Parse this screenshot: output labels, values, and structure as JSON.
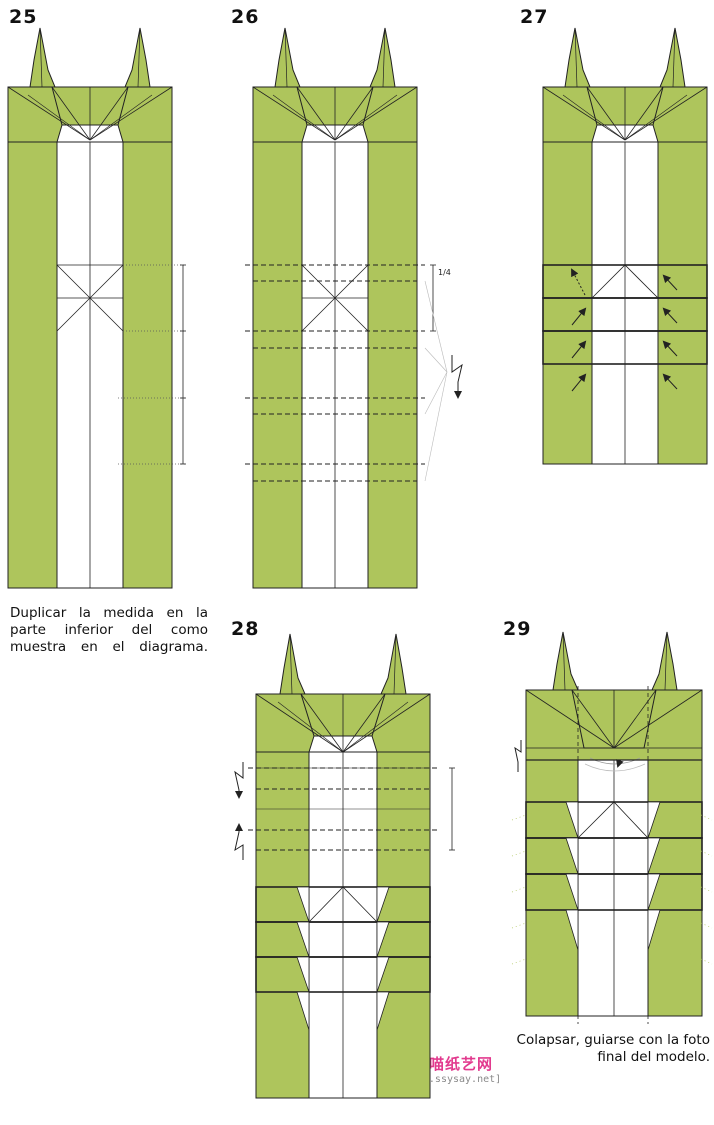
{
  "steps": [
    {
      "id": "25",
      "number": "25"
    },
    {
      "id": "26",
      "number": "26",
      "annotation": "1/4"
    },
    {
      "id": "27",
      "number": "27"
    },
    {
      "id": "28",
      "number": "28"
    },
    {
      "id": "29",
      "number": "29"
    }
  ],
  "captions": {
    "step25": "Duplicar la medida en la parte inferior del como muestra en el diagrama.",
    "step29": "Colapsar, guiarse con la foto final del modelo."
  },
  "watermark": {
    "title": "喵喵纸艺网",
    "url": "[www.ssysay.net]"
  },
  "colors": {
    "paper_color": "#aec55c",
    "paper_white": "#ffffff",
    "line": "#222222",
    "watermark": "#e23a8e"
  }
}
